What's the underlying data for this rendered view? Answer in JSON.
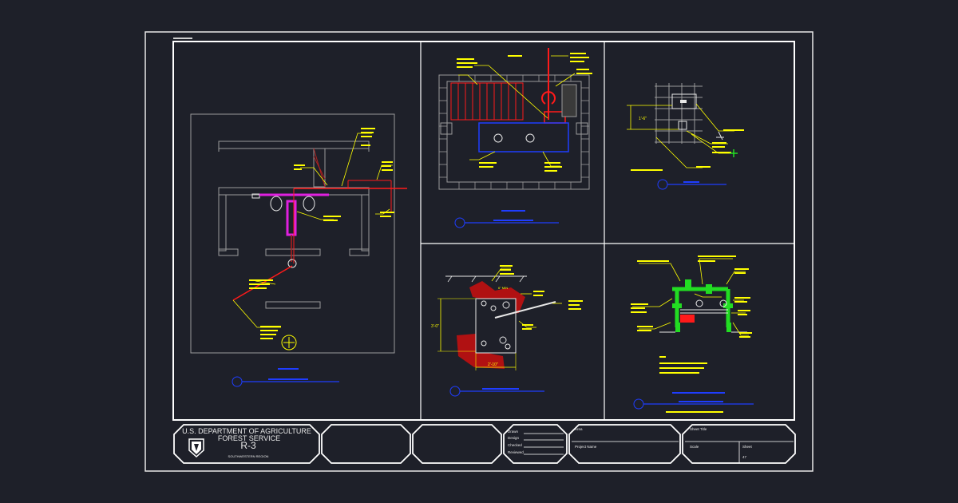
{
  "title_block": {
    "agency_line1": "U.S. DEPARTMENT OF AGRICULTURE",
    "agency_line2": "FOREST SERVICE",
    "region_code": "R-3",
    "region_name": "SOUTHWESTERN REGION",
    "drawn_label": "Drawn",
    "design_label": "Design",
    "checked_label": "Checked",
    "reviewed_label": "Reviewed",
    "area_label": "Area",
    "project_label": "Project Name",
    "sheet_title_label": "Sheet Title",
    "scale_label": "Scale",
    "sheet_label": "Sheet",
    "sheet_number": "47"
  },
  "views": {
    "floor_plan": {
      "dim_label": ""
    },
    "excavation": {
      "dim_vertical": "3'-0\"",
      "dim_horizontal": "2'-10\"",
      "dim_top": "6\" MIN"
    },
    "elevation": {
      "dim_vertical": "1'-6\""
    }
  },
  "colors": {
    "background": "#1e2029",
    "linework": "#e8e8e8",
    "leader": "#ffff00",
    "pipe_red": "#ff1a1a",
    "pipe_magenta": "#e020e0",
    "pipe_green": "#22dd22",
    "title_blue": "#1f3dff",
    "wall_gray": "#9a9a9a"
  }
}
